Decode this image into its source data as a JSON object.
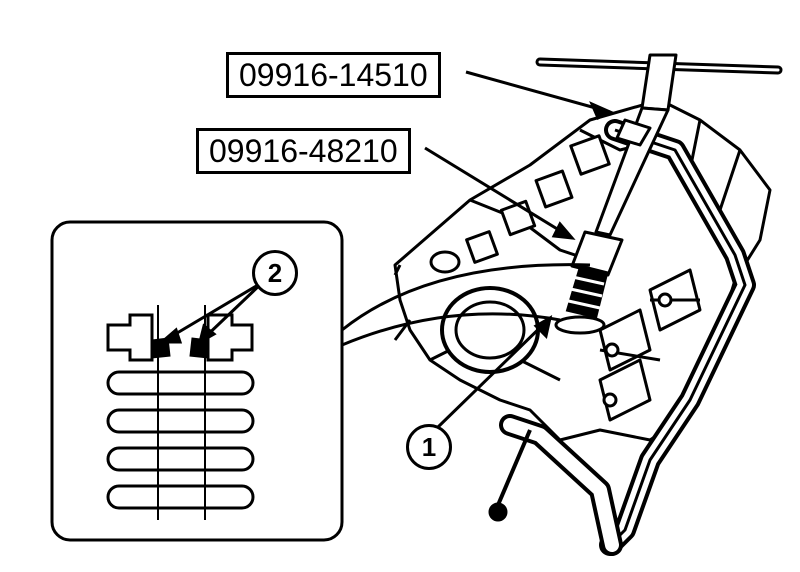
{
  "labels": {
    "tool_1": "09916-14510",
    "tool_2": "09916-48210",
    "callout_1": "1",
    "callout_2": "2"
  }
}
